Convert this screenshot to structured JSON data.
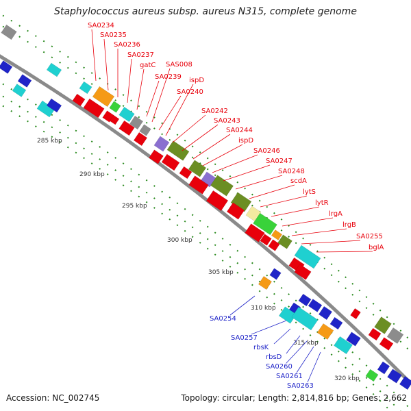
{
  "title": "Staphylococcus aureus subsp. aureus N315, complete genome",
  "accession": "Accession: NC_002745",
  "summary": "Topology: circular; Length: 2,814,816 bp; Genes: 2,662",
  "kbp_ticks": [
    "285 kbp",
    "290 kbp",
    "295 kbp",
    "300 kbp",
    "305 kbp",
    "310 kbp",
    "315 kbp",
    "320 kbp"
  ],
  "forward_gene_labels": [
    "SA0234",
    "SA0235",
    "SA0236",
    "SA0237",
    "gatC",
    "SA0239",
    "SAS008",
    "SA0240",
    "ispD",
    "SA0242",
    "SA0243",
    "SA0244",
    "ispD",
    "SA0246",
    "SA0247",
    "SA0248",
    "scdA",
    "lytS",
    "lytR",
    "lrgA",
    "lrgB",
    "SA0255",
    "bglA"
  ],
  "reverse_gene_labels": [
    "SA0254",
    "SA0257",
    "rbsK",
    "rbsD",
    "SA0260",
    "SA0261",
    "SA0263"
  ],
  "colors": {
    "forward": "#e8000b",
    "reverse": "#1f24c8",
    "backbone": "#8a8a8a",
    "tick": "#2a8a1e",
    "cyan": "#1fd0d0",
    "olive": "#6b8e23",
    "orange": "#f59a16",
    "purple": "#8a6fd0",
    "gray": "#8c8c8c",
    "yellow": "#f3eaa0",
    "green": "#39d23a"
  }
}
